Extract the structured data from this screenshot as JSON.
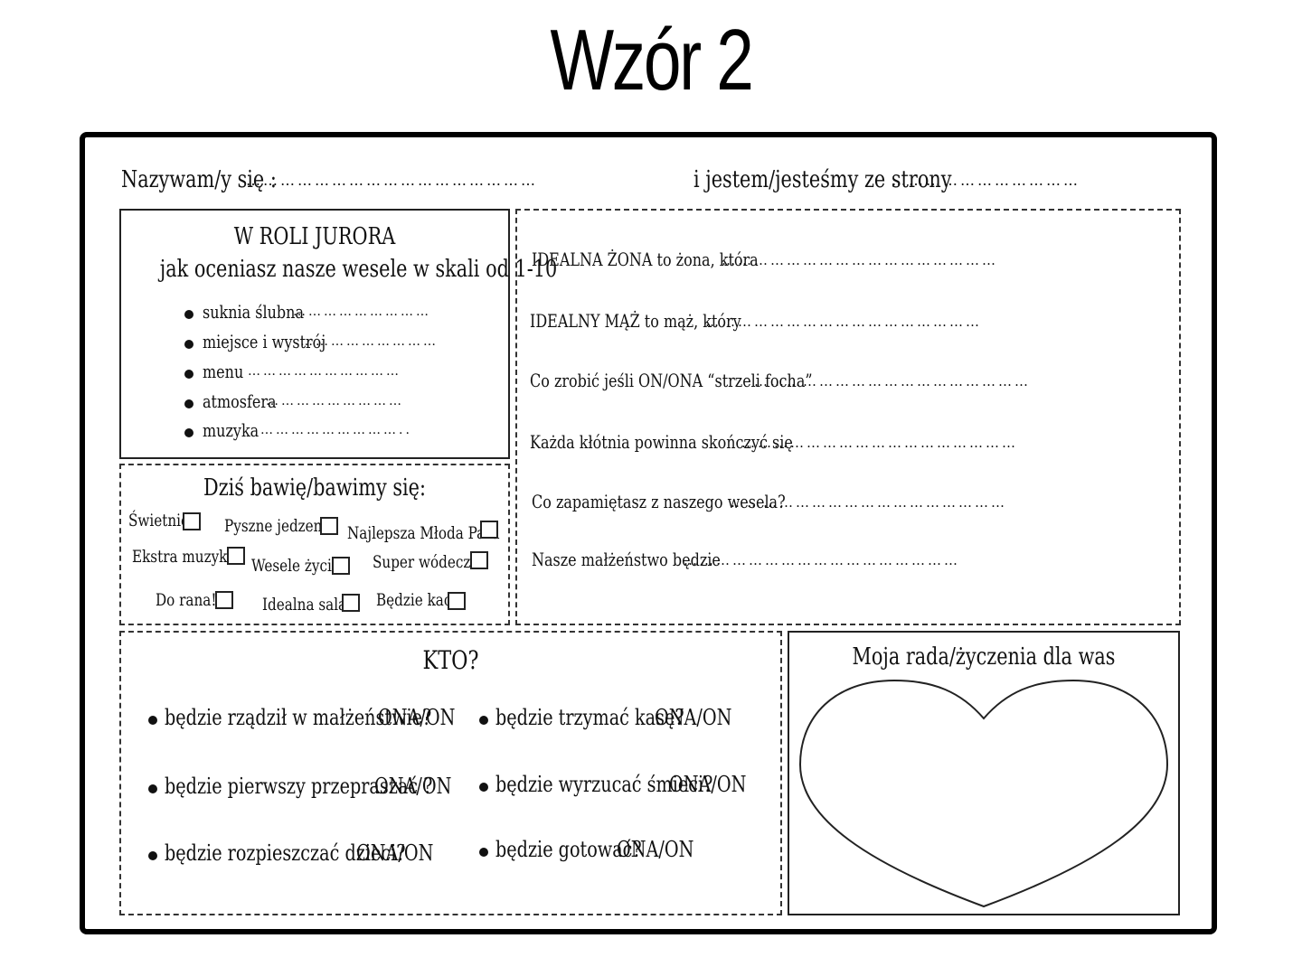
{
  "title": "Wzór 2",
  "header": {
    "name_label": "Nazywam/y się :",
    "name_dots": "……………………………………………",
    "side_label": "i jestem/jesteśmy ze strony",
    "side_dots": "……………………………"
  },
  "jury": {
    "title": "W ROLI JURORA",
    "subtitle": "jak oceniasz nasze wesele w skali od 1-10",
    "items": [
      {
        "label": "suknia ślubna",
        "dots": "………………………"
      },
      {
        "label": "miejsce i wystrój",
        "dots": "………………………"
      },
      {
        "label": "menu",
        "dots": "…………………………"
      },
      {
        "label": "atmosfera",
        "dots": "………………………"
      },
      {
        "label": "muzyka",
        "dots": "……………………….."
      }
    ]
  },
  "games": {
    "title": "Dziś bawię/bawimy się:",
    "options": [
      "Świetnie",
      "Pyszne jedzenie",
      "Najlepsza Młoda Para",
      "Ekstra muzyka",
      "Wesele życia!",
      "Super wódeczka",
      "Do rana!",
      "Idealna sala",
      "Będzie kac!"
    ]
  },
  "ideal": {
    "rows": [
      {
        "label": "IDEALNA ŻONA to żona, która",
        "dots": "……………………………………………"
      },
      {
        "label": "IDEALNY MĄŻ to mąż, który",
        "dots": "……………………………………………"
      },
      {
        "label": "Co zrobić jeśli ON/ONA “strzeli focha”",
        "dots": "……………………………………………"
      },
      {
        "label": "Każda kłótnia powinna skończyć się",
        "dots": "……………………………………………"
      },
      {
        "label": "Co zapamiętasz z naszego wesela?",
        "dots": "……………………………………………"
      },
      {
        "label": "Nasze małżeństwo będzie",
        "dots": "……………………………………………"
      }
    ]
  },
  "kto": {
    "title": "KTO?",
    "questions": [
      {
        "text": "będzie rządził w małżeństwie?",
        "answer": "ONA/ON"
      },
      {
        "text": "będzie trzymać kasę?",
        "answer": "ONA/ON"
      },
      {
        "text": "będzie pierwszy przepraszać ?",
        "answer": "ONA/ON"
      },
      {
        "text": "będzie wyrzucać śmieci?",
        "answer": "ONA/ON"
      },
      {
        "text": "będzie rozpieszczać dzieci?",
        "answer": "ONA/ON"
      },
      {
        "text": "będzie gotować?",
        "answer": "ONA/ON"
      }
    ]
  },
  "wish": {
    "title": "Moja rada/życzenia dla was"
  }
}
